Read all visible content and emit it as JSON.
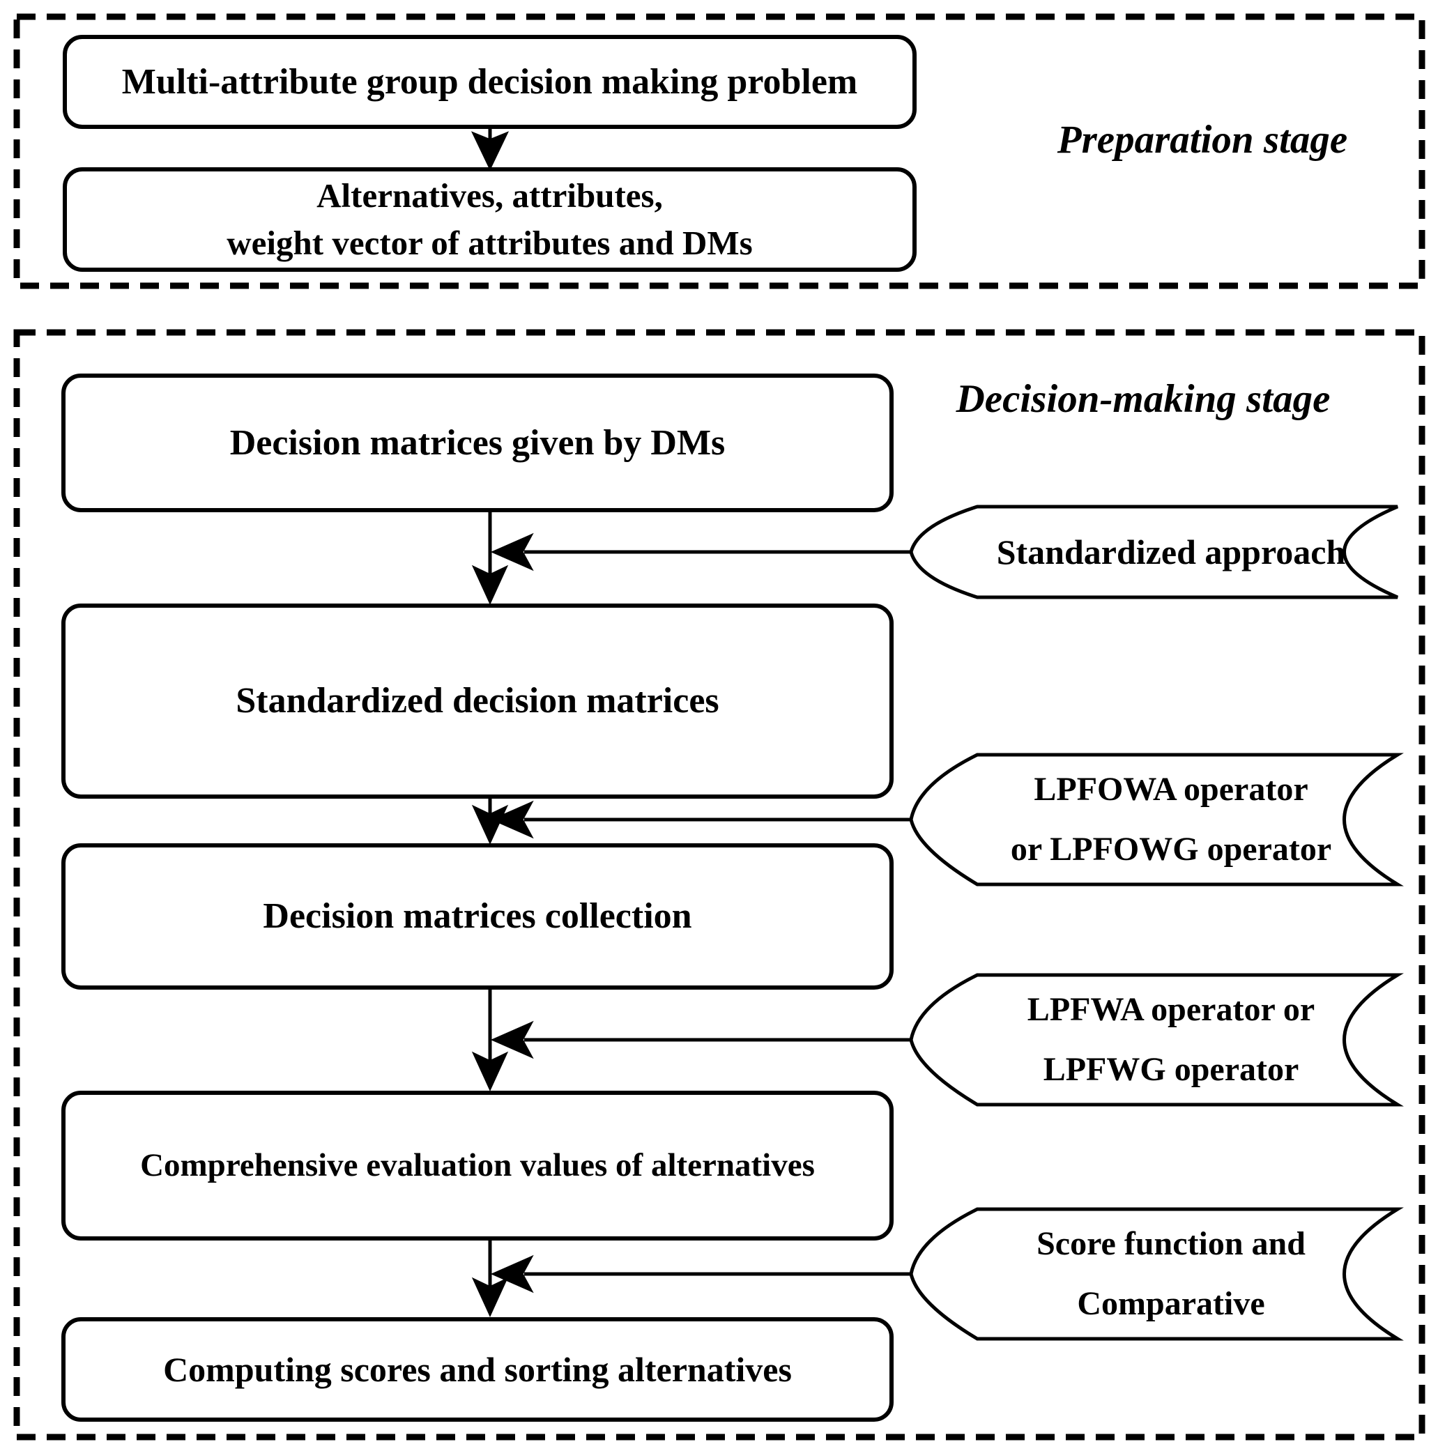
{
  "figure": {
    "background": "#ffffff",
    "ink": "#000000"
  },
  "stages": {
    "preparation": {
      "label": "Preparation stage",
      "boxes": {
        "problem": {
          "line1": "Multi-attribute group decision making problem"
        },
        "inputs": {
          "line1": "Alternatives, attributes,",
          "line2": "weight vector of attributes and DMs"
        }
      }
    },
    "decision": {
      "label": "Decision-making stage",
      "boxes": {
        "matrices": {
          "line1": "Decision matrices given by DMs"
        },
        "standardized": {
          "line1": "Standardized decision matrices"
        },
        "collection": {
          "line1": "Decision matrices collection"
        },
        "evaluation": {
          "line1": "Comprehensive evaluation values of alternatives"
        },
        "computing": {
          "line1": "Computing scores and sorting alternatives"
        }
      },
      "banners": {
        "standardize": {
          "line1": "Standardized approach"
        },
        "lpfowa": {
          "line1": "LPFOWA operator",
          "line2": "or LPFOWG operator"
        },
        "lpfwa": {
          "line1": "LPFWA operator or",
          "line2": "LPFWG operator"
        },
        "score": {
          "line1": "Score function and",
          "line2": "Comparative"
        }
      }
    }
  }
}
